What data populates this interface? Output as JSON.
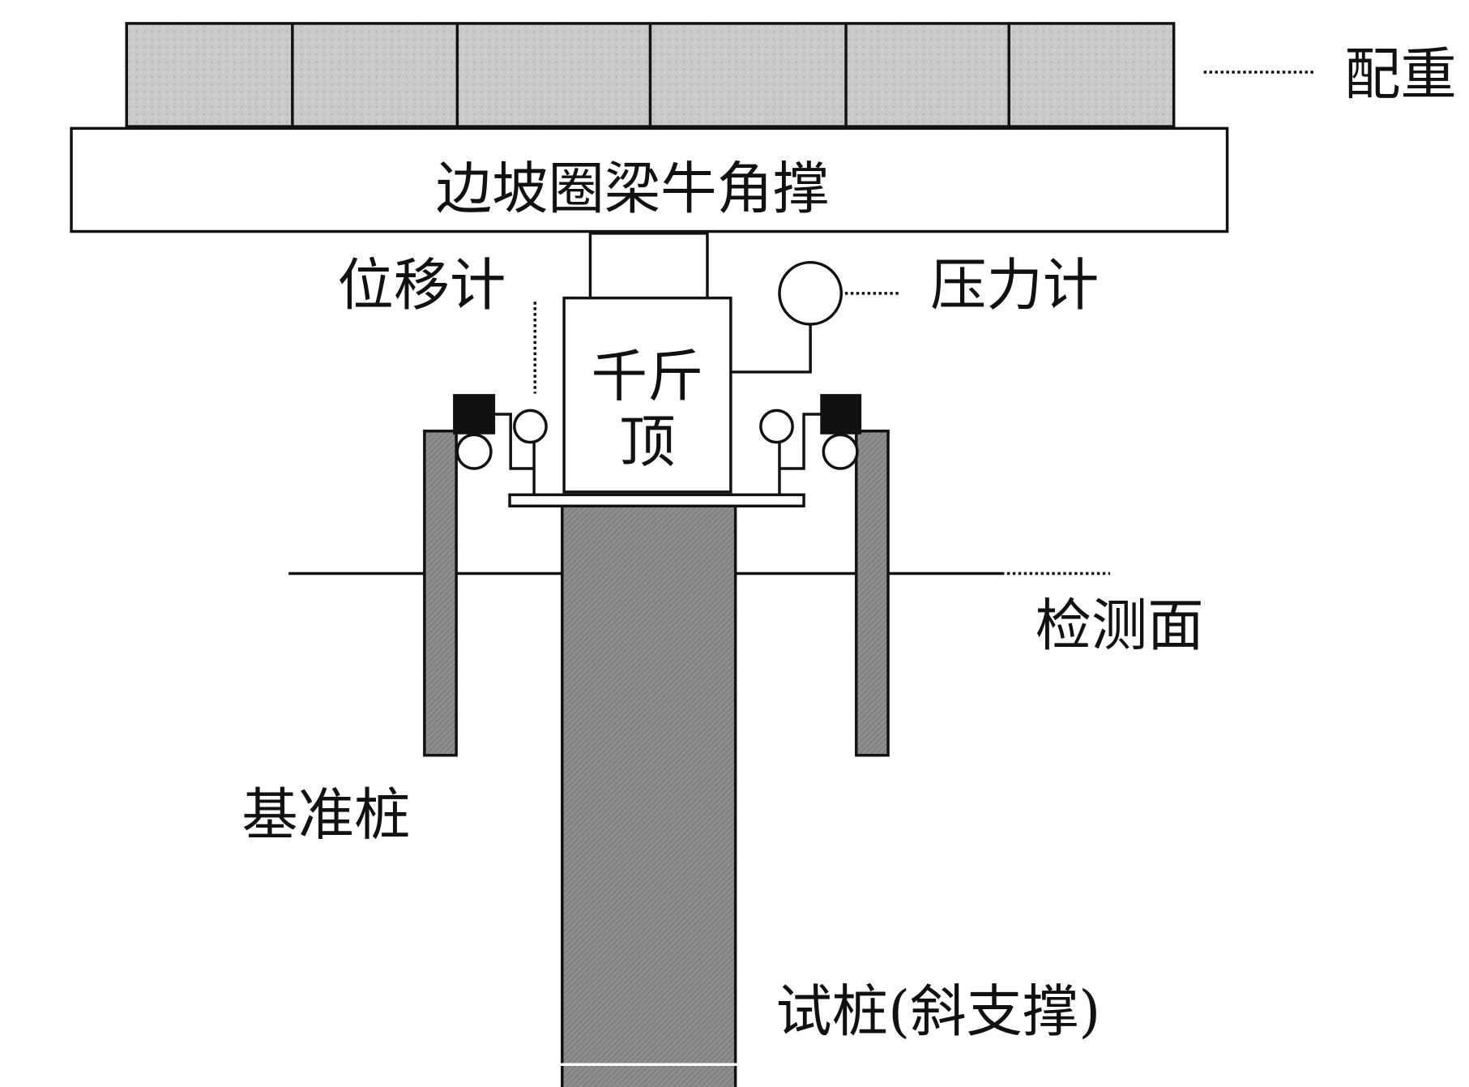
{
  "labels": {
    "counterweight": "配重",
    "beam": "边坡圈梁牛角撑",
    "displacement_gauge": "位移计",
    "pressure_gauge": "压力计",
    "jack_line1": "千斤",
    "jack_line2": "顶",
    "test_surface": "检测面",
    "reference_pile": "基准桩",
    "test_pile": "试桩(斜支撑)"
  },
  "colors": {
    "counterweight_fill": "#c9c9c9",
    "pile_fill": "#8c8c8c",
    "reference_pile_fill": "#9a9a9a",
    "line": "#111111"
  }
}
